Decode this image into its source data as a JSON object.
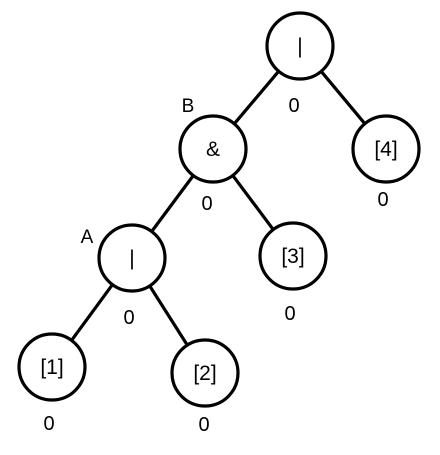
{
  "nodes": [
    {
      "id": "root",
      "label": "|",
      "value": "0",
      "tag": ""
    },
    {
      "id": "and",
      "label": "&",
      "value": "0",
      "tag": "B"
    },
    {
      "id": "n4",
      "label": "[4]",
      "value": "0",
      "tag": ""
    },
    {
      "id": "or",
      "label": "|",
      "value": "0",
      "tag": "A"
    },
    {
      "id": "n3",
      "label": "[3]",
      "value": "0",
      "tag": ""
    },
    {
      "id": "n1",
      "label": "[1]",
      "value": "0",
      "tag": ""
    },
    {
      "id": "n2",
      "label": "[2]",
      "value": "0",
      "tag": ""
    }
  ],
  "edges": [
    [
      "root",
      "and"
    ],
    [
      "root",
      "n4"
    ],
    [
      "and",
      "or"
    ],
    [
      "and",
      "n3"
    ],
    [
      "or",
      "n1"
    ],
    [
      "or",
      "n2"
    ]
  ],
  "colors": {
    "stroke": "#000000",
    "fill": "#ffffff",
    "text": "#000000"
  }
}
